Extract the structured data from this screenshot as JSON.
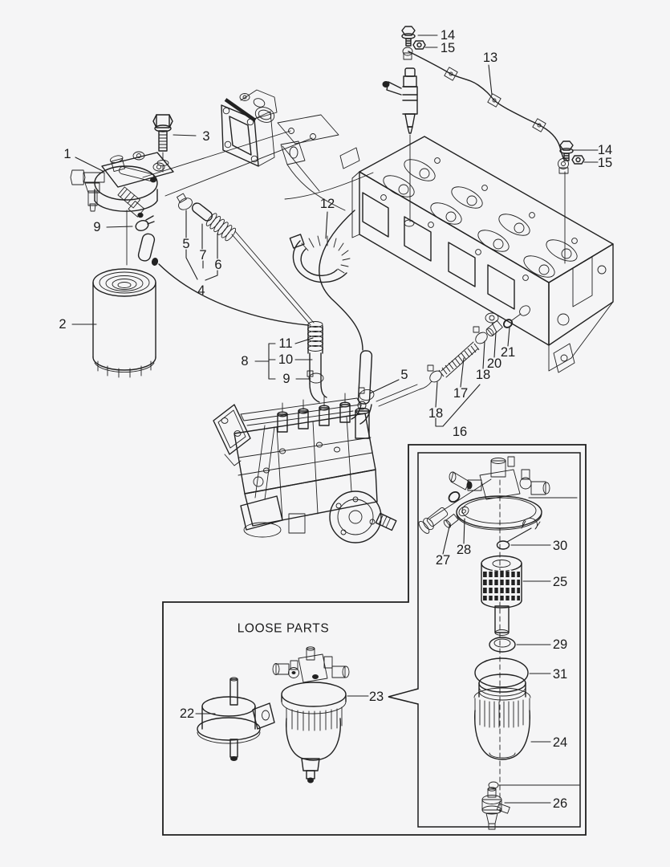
{
  "figure": {
    "background": "#f5f5f6",
    "line_color": "#212121",
    "text_color": "#1c1c1c",
    "loose_parts_box": {
      "title": "LOOSE PARTS"
    },
    "callouts": [
      {
        "label": "14"
      },
      {
        "label": "15"
      },
      {
        "label": "13"
      },
      {
        "label": "3"
      },
      {
        "label": "1"
      },
      {
        "label": "9"
      },
      {
        "label": "5"
      },
      {
        "label": "7"
      },
      {
        "label": "6"
      },
      {
        "label": "4"
      },
      {
        "label": "2"
      },
      {
        "label": "12"
      },
      {
        "label": "11"
      },
      {
        "label": "10"
      },
      {
        "label": "8"
      },
      {
        "label": "9"
      },
      {
        "label": "5"
      },
      {
        "label": "21"
      },
      {
        "label": "20"
      },
      {
        "label": "18"
      },
      {
        "label": "17"
      },
      {
        "label": "18"
      },
      {
        "label": "16"
      },
      {
        "label": "14"
      },
      {
        "label": "15"
      },
      {
        "label": "27"
      },
      {
        "label": "28"
      },
      {
        "label": "30"
      },
      {
        "label": "25"
      },
      {
        "label": "29"
      },
      {
        "label": "31"
      },
      {
        "label": "24"
      },
      {
        "label": "26"
      },
      {
        "label": "22"
      },
      {
        "label": "23"
      }
    ]
  }
}
